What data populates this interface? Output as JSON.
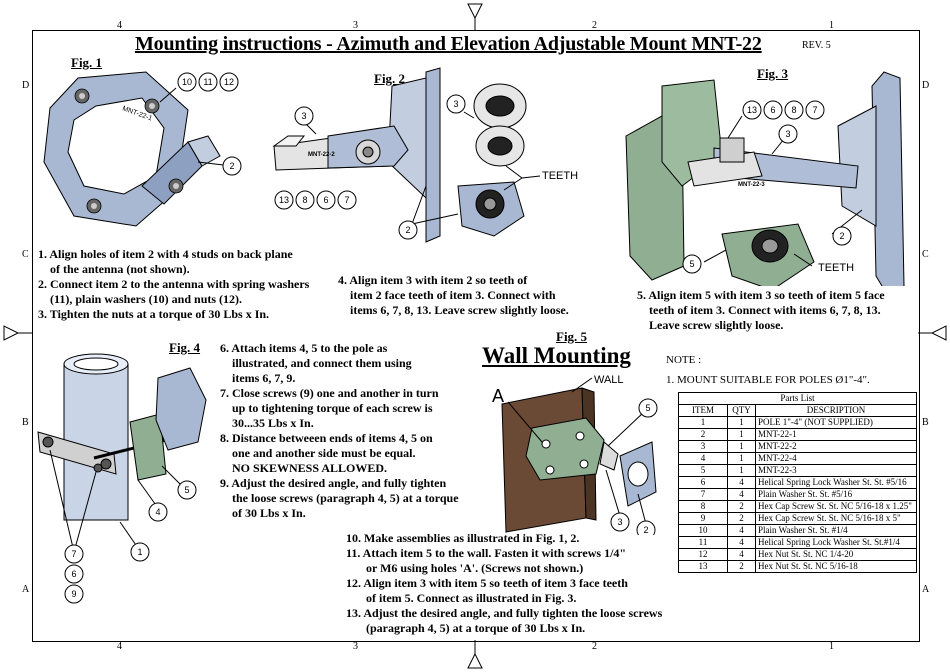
{
  "title": "Mounting instructions - Azimuth and Elevation Adjustable Mount MNT-22",
  "revision": "REV. 5",
  "zones": {
    "top": [
      "4",
      "3",
      "2",
      "1"
    ],
    "bottom": [
      "4",
      "3",
      "2",
      "1"
    ],
    "side": [
      "D",
      "C",
      "B",
      "A"
    ]
  },
  "fig1": {
    "label": "Fig. 1",
    "callouts": [
      "10",
      "11",
      "12",
      "2"
    ],
    "steps": [
      "1. Align holes of item 2 with 4 studs on back plane",
      "    of the antenna (not shown).",
      "2. Connect item 2 to the antenna with spring washers",
      "    (11), plain washers (10) and nuts (12).",
      "3. Tighten the nuts at a torque of 30 Lbs x In."
    ]
  },
  "fig2": {
    "label": "Fig. 2",
    "callouts": [
      "3",
      "13",
      "8",
      "6",
      "7",
      "2",
      "3"
    ],
    "teeth": "TEETH",
    "part_mark": "MNT-22-2",
    "steps": [
      "4. Align item 3 with item 2 so teeth of",
      "    item 2 face teeth of item 3. Connect with",
      "    items 6, 7, 8, 13. Leave screw slightly loose."
    ]
  },
  "fig3": {
    "label": "Fig. 3",
    "callouts": [
      "13",
      "6",
      "8",
      "7",
      "3",
      "2",
      "5"
    ],
    "teeth": "TEETH",
    "part_mark": "MNT-22-3",
    "steps": [
      "5. Align item 5 with item 3 so teeth of item 5 face",
      "    teeth of item 3. Connect with items 6, 7, 8, 13.",
      "    Leave screw slightly loose."
    ]
  },
  "fig4": {
    "label": "Fig. 4",
    "callouts": [
      "5",
      "4",
      "1",
      "7",
      "6",
      "9"
    ],
    "steps": [
      "6. Attach items 4, 5 to the pole as",
      "    illustrated, and connect them using",
      "    items 6, 7, 9.",
      "7. Close screws (9) one and another in turn",
      "    up to tightening torque of each screw is",
      "    30...35 Lbs x In.",
      "8. Distance betweeen ends of items 4, 5 on",
      "    one and another side must be equal.",
      "    NO SKEWNESS ALLOWED.",
      "9. Adjust the desired angle, and fully tighten",
      "    the loose screws (paragraph 4, 5) at a torque",
      "    of 30 Lbs x In."
    ]
  },
  "fig5": {
    "label": "Fig. 5",
    "heading": "Wall Mounting",
    "wall_label": "WALL",
    "hole_label": "A",
    "callouts": [
      "5",
      "3",
      "2"
    ],
    "steps": [
      "10. Make assemblies as illustrated in Fig. 1, 2.",
      "11. Attach item 5 to the wall. Fasten it with screws 1/4\"",
      "      or M6 using holes 'A'. (Screws not shown.)",
      "12. Align item 3 with item 5 so teeth of item 3 face teeth",
      "      of item 5. Connect as illustrated in Fig. 3.",
      "13. Adjust the desired angle, and fully tighten the loose screws",
      "      (paragraph 4, 5) at a torque of 30 Lbs x In."
    ]
  },
  "note": {
    "heading": "NOTE :",
    "text": "1. MOUNT SUITABLE FOR POLES Ø1\"-4\"."
  },
  "parts_list": {
    "title": "Parts List",
    "headers": [
      "ITEM",
      "QTY",
      "DESCRIPTION"
    ],
    "rows": [
      [
        "1",
        "1",
        "POLE 1\"-4\" (NOT SUPPLIED)"
      ],
      [
        "2",
        "1",
        "MNT-22-1"
      ],
      [
        "3",
        "1",
        "MNT-22-2"
      ],
      [
        "4",
        "1",
        "MNT-22-4"
      ],
      [
        "5",
        "1",
        "MNT-22-3"
      ],
      [
        "6",
        "4",
        "Helical Spring Lock Washer St. St. #5/16"
      ],
      [
        "7",
        "4",
        "Plain Washer St. St. #5/16"
      ],
      [
        "8",
        "2",
        "Hex Cap Screw St. St. NC 5/16-18 x 1.25\""
      ],
      [
        "9",
        "2",
        "Hex Cap Screw St. St. NC 5/16-18 x 5\""
      ],
      [
        "10",
        "4",
        "Plain Washer St. St. #1/4"
      ],
      [
        "11",
        "4",
        "Helical Spring Lock Washer St. St.#1/4"
      ],
      [
        "12",
        "4",
        "Hex Nut  St. St. NC 1/4-20"
      ],
      [
        "13",
        "2",
        "Hex Nut  St. St. NC 5/16-18"
      ]
    ]
  },
  "colors": {
    "metal": "#9fb0cc",
    "green": "#8fae92",
    "wall": "#6a4a35",
    "line": "#000000"
  }
}
